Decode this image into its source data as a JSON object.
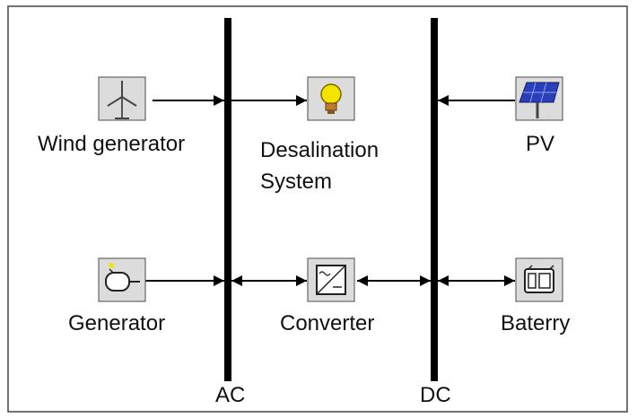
{
  "diagram": {
    "buses": {
      "ac_label": "AC",
      "dc_label": "DC"
    },
    "components": {
      "wind_generator": {
        "label": "Wind generator",
        "icon": "wind-turbine-icon"
      },
      "desalination": {
        "label_line1": "Desalination",
        "label_line2": "System",
        "icon": "light-bulb-icon"
      },
      "pv": {
        "label": "PV",
        "icon": "solar-panel-icon"
      },
      "generator": {
        "label": "Generator",
        "icon": "generator-icon"
      },
      "converter": {
        "label": "Converter",
        "icon": "converter-icon"
      },
      "battery": {
        "label": "Baterry",
        "icon": "battery-icon"
      }
    }
  }
}
